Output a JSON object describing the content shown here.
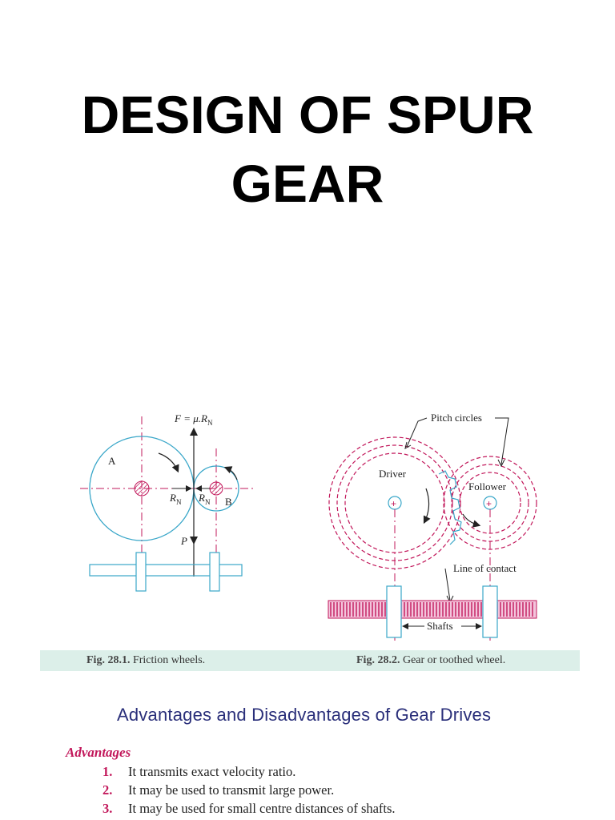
{
  "title_line1": "DESIGN OF SPUR",
  "title_line2": "GEAR",
  "fig1": {
    "force_label": "F = μ.R",
    "force_sub": "N",
    "label_a": "A",
    "label_b": "B",
    "rn1": "R",
    "rn2": "R",
    "rn_sub": "N",
    "p_label": "P"
  },
  "fig2": {
    "pitch_circles": "Pitch circles",
    "driver": "Driver",
    "follower": "Follower",
    "line_of_contact": "Line of contact",
    "shafts": "Shafts"
  },
  "captions": {
    "fig1_num": "Fig. 28.1.",
    "fig1_text": "Friction wheels.",
    "fig2_num": "Fig. 28.2.",
    "fig2_text": "Gear or toothed wheel."
  },
  "section_title": "Advantages and Disadvantages of Gear Drives",
  "advantages_heading": "Advantages",
  "advantages": [
    {
      "num": "1.",
      "text": "It transmits exact velocity ratio."
    },
    {
      "num": "2.",
      "text": "It may be used to transmit large power."
    },
    {
      "num": "3.",
      "text": "It may be used for small centre distances of shafts."
    }
  ],
  "colors": {
    "magenta": "#c2185b",
    "cyan": "#3aa7c9",
    "caption_bg": "#dcefe9",
    "heading_blue": "#2a2f7a"
  }
}
